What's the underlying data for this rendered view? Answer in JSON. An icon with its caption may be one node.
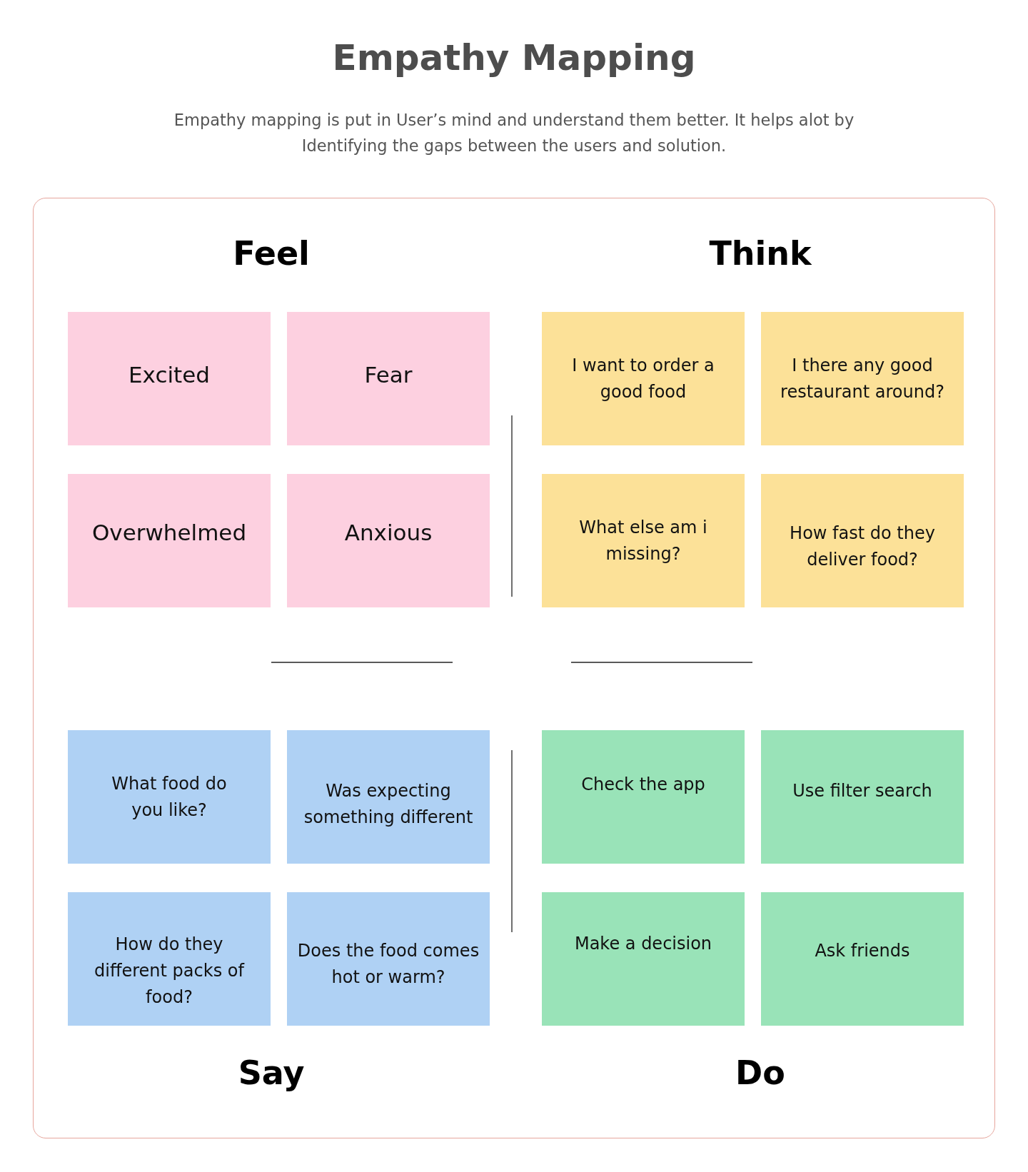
{
  "diagram": {
    "title": "Empathy Mapping",
    "nodes": [
      {
        "text": [],
        "shape": "box"
      },
      {
        "text": [
          "Excited"
        ],
        "in": 0
      },
      {
        "text": [
          "Fear"
        ],
        "in": 0
      },
      {
        "text": [
          "Overwhelmed"
        ],
        "in": 0
      },
      {
        "text": [
          "Anxious"
        ],
        "in": 0
      },
      {
        "text": [
          "I want to order a good food"
        ],
        "in": 0
      },
      {
        "text": [
          "I there any good restaurant around?"
        ],
        "in": 0
      },
      {
        "text": [
          "What else am i missing?"
        ],
        "in": 0
      },
      {
        "text": [
          "How fast do they deliver food?"
        ],
        "in": 0
      },
      {
        "text": [
          "What food do you like?"
        ],
        "in": 0
      },
      {
        "text": [
          "Was expecting something different"
        ],
        "in": 0
      },
      {
        "text": [
          "How do they different packs of food?"
        ],
        "in": 0
      },
      {
        "text": [
          "Does the food comes hot or warm?"
        ],
        "in": 0
      },
      {
        "text": [
          "Check the app"
        ],
        "in": 0
      },
      {
        "text": [
          "Use filter search"
        ],
        "in": 0
      },
      {
        "text": [
          "Make a decision"
        ],
        "in": 0
      },
      {
        "text": [
          "Ask friends"
        ],
        "in": 0
      }
    ],
    "labels": [
      "Empathy mapping is put in User’s mind and understand them better. It helps alot by Identifying the gaps between the users and solution.",
      "Feel",
      "Think",
      "Say",
      "Do"
    ]
  }
}
